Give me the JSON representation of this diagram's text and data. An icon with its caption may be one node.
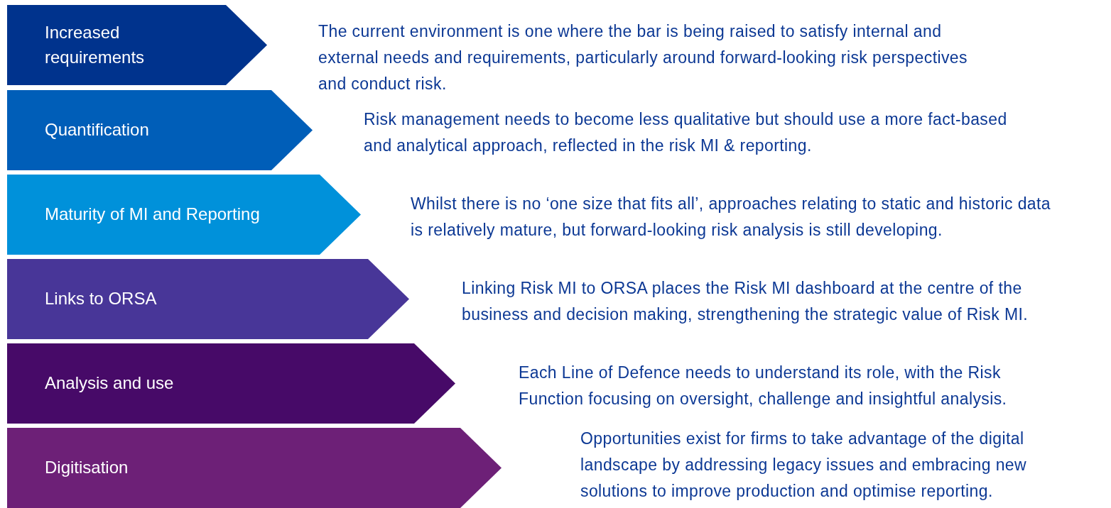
{
  "diagram": {
    "nodes": [
      {
        "text": [
          "Increased requirements"
        ]
      },
      {
        "text": [
          "Quantification"
        ]
      },
      {
        "text": [
          "Maturity of MI and Reporting"
        ]
      },
      {
        "text": [
          "Links to ORSA"
        ]
      },
      {
        "text": [
          "Analysis and use"
        ]
      },
      {
        "text": [
          "Digitisation"
        ]
      }
    ],
    "labels": [
      "The current environment is one where the bar is being raised to satisfy internal and external needs and requirements, particularly around forward-looking risk perspectives and conduct risk.",
      "Risk management needs to become less qualitative but should use a more fact-based and analytical approach, reflected in the risk MI & reporting.",
      "Whilst there is no ‘one size that fits all’, approaches relating to static and historic data is relatively mature, but forward-looking risk analysis is still developing.",
      "Linking Risk MI to ORSA places the Risk MI dashboard at the centre of the business and decision making, strengthening the strategic value of Risk MI.",
      "Each Line of Defence needs to understand its role, with the Risk Function focusing on oversight, challenge and insightful analysis.",
      "Opportunities exist for firms to take advantage of the digital landscape by addressing legacy issues and embracing new solutions to improve production and optimise reporting."
    ]
  }
}
